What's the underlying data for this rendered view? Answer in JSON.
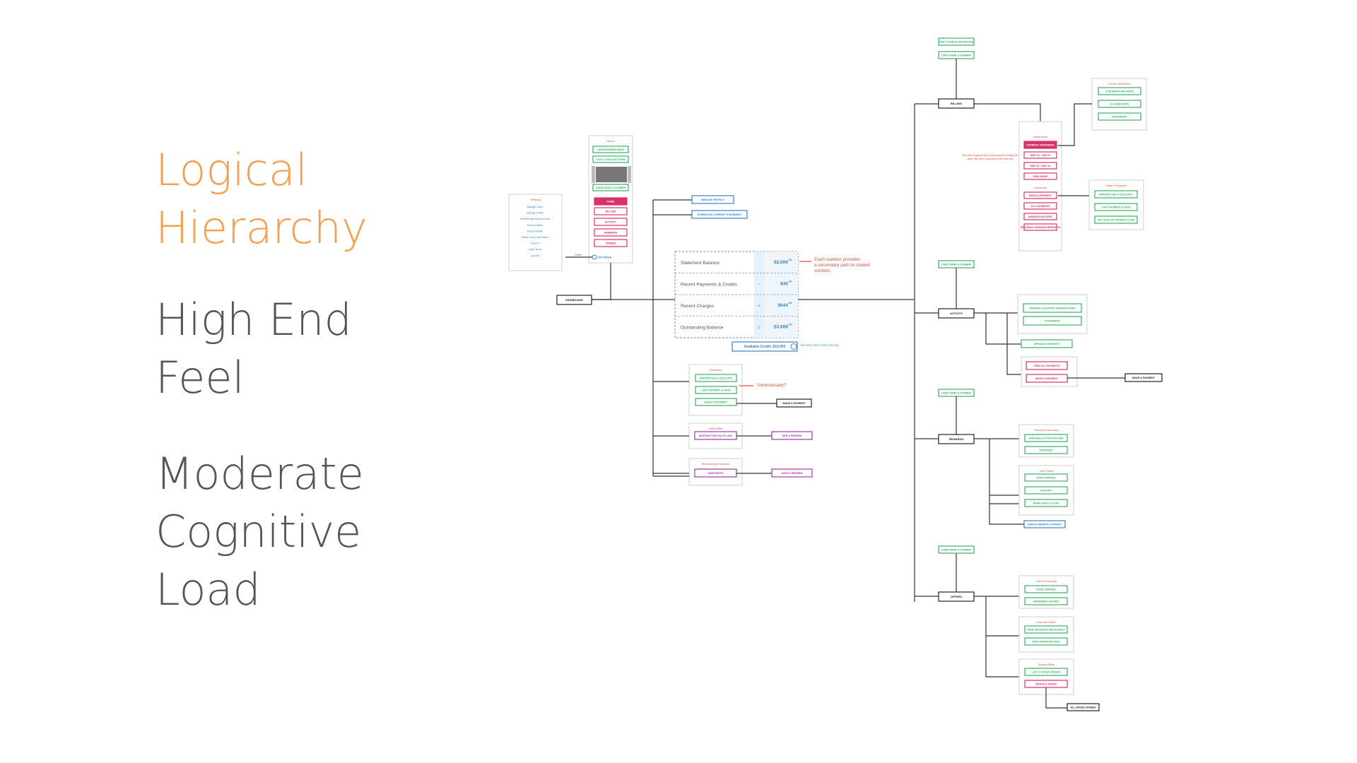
{
  "slide": {
    "heading_1": "Logical\nHierarchy",
    "heading_2": "High End\nFeel",
    "heading_3": "Moderate\nCognitive\nLoad"
  },
  "colors": {
    "accent": "#f5a04e",
    "text": "#555555",
    "green": "#3cae6b",
    "pink": "#d9316b",
    "blue": "#3b82c4",
    "purple": "#9b3aa7",
    "red": "#e0513d",
    "line": "#333333"
  },
  "diagram": {
    "dashboard": "DASHBOARD",
    "settings": {
      "title": "Settings",
      "items": [
        "Manage Users",
        "Manage Profile",
        "Pay/Manage Bank Account",
        "Recover Bank",
        "Check Disable",
        "Reset Card Lock/Unlock",
        "Touch ID",
        "Legal Terms",
        "Log Out"
      ],
      "panel_label": "Panel",
      "settings_label": "SETTINGS"
    },
    "menu": {
      "title": "Menu",
      "items": [
        "CARDMEMBER SINCE",
        "LAST LOGIN DATE/TIME",
        "CARD NAME & NUMBER",
        "HOME",
        "BILLING",
        "ACTIVITY",
        "REWARDS",
        "OFFERS"
      ]
    },
    "top_links": [
      "MANAGE PROFILE",
      "DOWNLOAD CURRENT STATEMENT"
    ],
    "balance_table": {
      "rows": [
        {
          "label": "Statement Balance",
          "sign": "",
          "value": "$2,000",
          "cents": "00"
        },
        {
          "label": "Recent Payments & Credits",
          "sign": "–",
          "value": "$36",
          "cents": "00"
        },
        {
          "label": "Recent Charges",
          "sign": "+",
          "value": "$644",
          "cents": "00"
        },
        {
          "label": "Outstanding Balance",
          "sign": "=",
          "value": "$3,608",
          "cents": "00"
        }
      ],
      "available_credit": "Available Credit: $10,000",
      "credit_note": "OR OVER CREDIT INFO PRICING",
      "annotation": "Each number provides a secondary path to related content."
    },
    "payments": {
      "title": "Payments",
      "items": [
        "AMOUNT DUE & DUE DATE",
        "LAST PAYMENT & DATE",
        "MAKE A PAYMENT"
      ],
      "note": "Unnecessary?",
      "target": "MAKE A PAYMENT"
    },
    "smart_offer": {
      "title": "Smart Offer",
      "item": "WAITING FOR YOU TO USE",
      "target": "SEE & REDEEM"
    },
    "membership": {
      "title": "Membership Rewards",
      "item": "SUB POINTS",
      "target": "SAVE & REDEEM"
    },
    "top_nodes": [
      "SKIP TO MENU NAVIGATION",
      "CARD NAME & NUMBER"
    ],
    "billing": {
      "node": "BILLING",
      "statements_title": "Statements",
      "statements": [
        "CURRENT STATEMENT",
        "MAY 15 - JUN 14",
        "MAY 10 - MAY 14",
        "VIEW MORE"
      ],
      "payments_title": "Payments",
      "payments": [
        "MAKE A PAYMENT",
        "ALL PAYMENTS",
        "MANAGE AUTOPAY",
        "SPENDING SUMMARY/REPORTS"
      ],
      "current_title": "Current Statement",
      "current": [
        "STATEMENT BALANCE",
        "CLOSING DATE",
        "STATEMENT"
      ],
      "make_payment_title": "Make a Payment",
      "make_payment": [
        "AMOUNT DUE & DUE DATE",
        "LAST PAYMENT & DATE",
        "SET STEP OF PAYMENT PLAN"
      ],
      "note": "This panel replaces the first side panel by sliding into place; tap menu to go back to the main nav"
    },
    "activity": {
      "node": "ACTIVITY",
      "card": "CARD NAME & NUMBER",
      "pending": [
        "PENDING & POSTED TRANSACTIONS",
        "STATEMENT"
      ],
      "spending": "SPENDING INSIGHTS",
      "payments": [
        "VIEW ALL PAYMENTS",
        "MAKE A PAYMENT"
      ],
      "target": "MAKE A PAYMENT"
    },
    "rewards": {
      "node": "REWARDS",
      "card": "CARD NAME & NUMBER",
      "summary_title": "Rewards Summary",
      "summary": [
        "AVAILABLE & POINTS/CASH",
        "TRACKING"
      ],
      "use_title": "Use Points",
      "use": [
        "FOR CHARGES",
        "FOR GIFT",
        "MORE WAYS TO USE"
      ],
      "extra": "SIMPLE BENEFIT CONTENT"
    },
    "offers": {
      "node": "OFFERS",
      "card": "CARD NAME & NUMBER",
      "summary_title": "Offers Summary",
      "summary": [
        "TOTAL EARNED",
        "REDEEMED OFFERS"
      ],
      "featured_title": "Featured Offers",
      "featured": [
        "VIEW OFFERS BY RELEVANCY",
        "VIEW OFFERS BY MAP"
      ],
      "saved_title": "Saved Offers",
      "saved": [
        "LAST 3 SAVED OFFERS",
        "VIEW ALL SAVED"
      ],
      "target": "ALL SAVED OFFERS"
    }
  }
}
